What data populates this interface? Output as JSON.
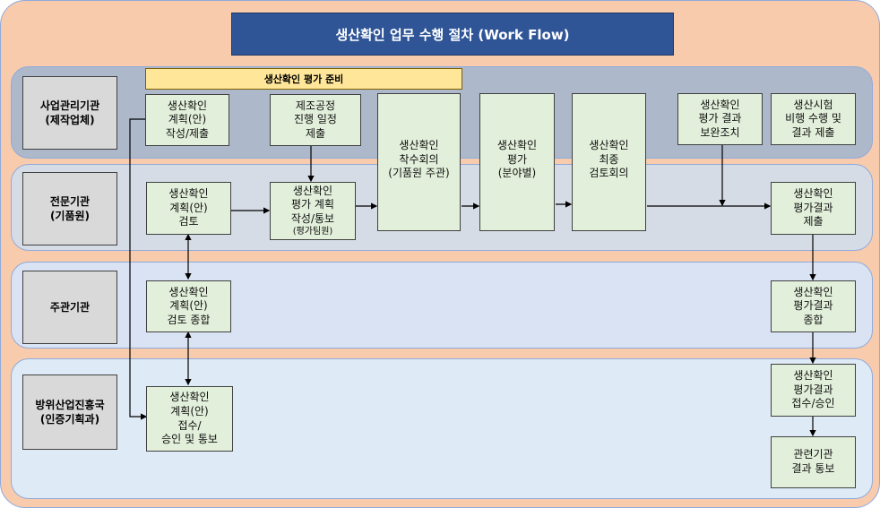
{
  "title": "생산확인 업무 수행 절차 (Work Flow)",
  "lanes": [
    "사업관리기관\n(제작업체)",
    "전문기관\n(기품원)",
    "주관기관",
    "방위산업진흥국\n(인증기획과)"
  ],
  "prep_banner": "생산확인 평가 준비",
  "boxes": {
    "plan_write": "생산확인\n계획(안)\n작성/제출",
    "mfg_schedule": "제조공정\n진행 일정\n제출",
    "kickoff": "생산확인\n착수회의\n(기품원 주관)",
    "evaluation": "생산확인\n평가\n(분야별)",
    "final_review": "생산확인\n최종\n검토회의",
    "supplement": "생산확인\n평가 결과\n보완조치",
    "flight_test": "생산시험\n비행 수행 및\n결과 제출",
    "plan_review": "생산확인\n계획(안)\n검토",
    "eval_plan": "생산확인\n평가 계획\n작성/통보",
    "eval_plan_sub": "(평가팀원)",
    "result_submit": "생산확인\n평가결과\n제출",
    "plan_consolidate": "생산확인\n계획(안)\n검토 종합",
    "result_consolidate": "생산확인\n평가결과\n종합",
    "plan_approve": "생산확인\n계획(안)\n접수/\n승인 및 통보",
    "result_approve": "생산확인\n평가결과\n접수/승인",
    "notify": "관련기관\n결과 통보"
  }
}
